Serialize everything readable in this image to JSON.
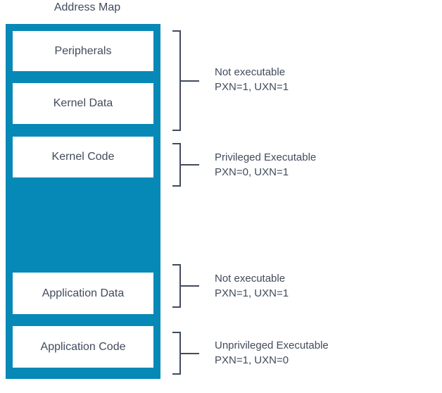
{
  "title": "Address Map",
  "colors": {
    "accent": "#0689b6",
    "text": "#414b5c"
  },
  "memory_map": {
    "blocks": [
      {
        "label": "Peripherals"
      },
      {
        "label": "Kernel Data"
      },
      {
        "label": "Kernel Code"
      },
      {
        "label": "Application Data"
      },
      {
        "label": "Application Code"
      }
    ]
  },
  "annotations": [
    {
      "line1": "Not executable",
      "line2": "PXN=1, UXN=1"
    },
    {
      "line1": "Privileged Executable",
      "line2": "PXN=0, UXN=1"
    },
    {
      "line1": "Not executable",
      "line2": "PXN=1, UXN=1"
    },
    {
      "line1": "Unprivileged Executable",
      "line2": "PXN=1, UXN=0"
    }
  ]
}
